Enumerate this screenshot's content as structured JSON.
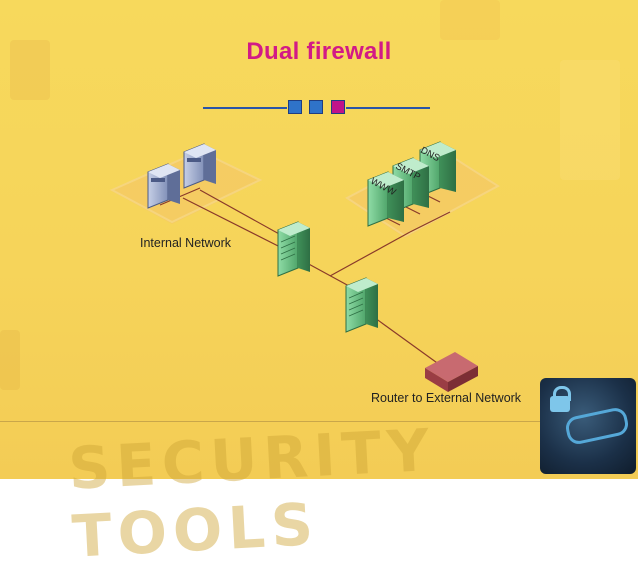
{
  "slide": {
    "title": "Dual firewall"
  },
  "diagram": {
    "internal_label": "Internal Network",
    "router_label": "Router to External Network",
    "servers": [
      {
        "label": "DNS"
      },
      {
        "label": "SMTP"
      },
      {
        "label": "WWW"
      }
    ]
  },
  "colors": {
    "title": "#d21a86",
    "divider": "#2a55a8",
    "square_blue": "#2f73c9",
    "square_magenta": "#c0148a",
    "firewall_green": "#5cb87a",
    "router_red": "#a8484e",
    "link_line": "#8a3a2a"
  },
  "icons": [
    "workstation-icon",
    "firewall-icon",
    "server-icon",
    "router-icon",
    "lock-icon"
  ]
}
